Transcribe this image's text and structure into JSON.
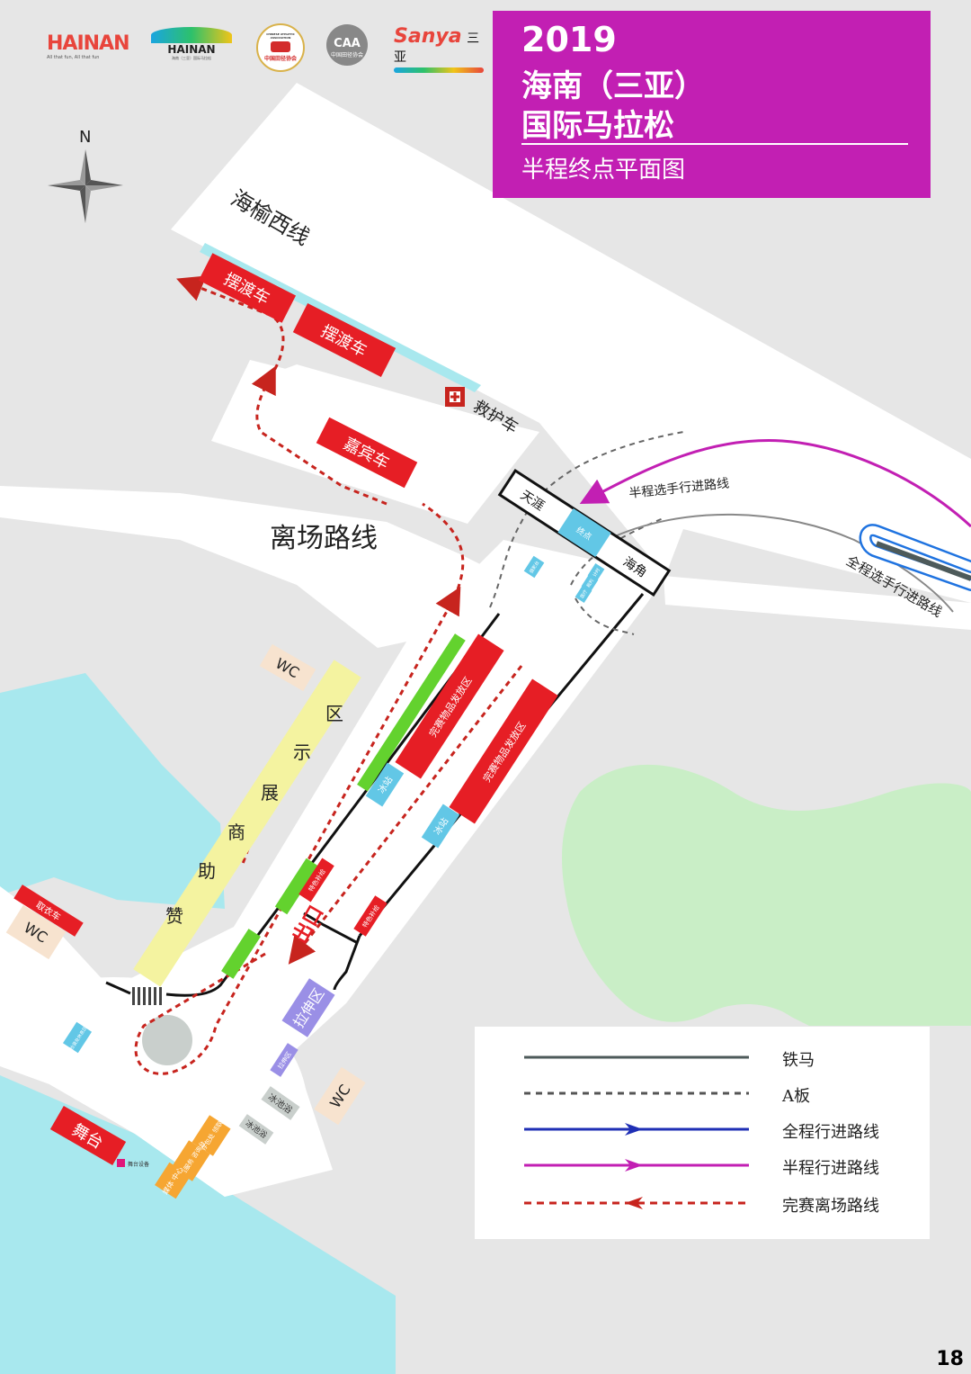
{
  "title": {
    "year": "2019",
    "line1": "海南（三亚）",
    "line2": "国际马拉松",
    "subtitle": "半程终点平面图"
  },
  "logos": {
    "hainan_color": "HAINAN",
    "hainan_tagline": "All that fun, All that fun",
    "hainan_blue": "HAINAN",
    "hainan_blue_sub": "海南（三亚）国际马拉松",
    "caa_circle_text": "CHINESE ATHLETIC ASSOCIATION",
    "caa_circle_cn": "中国田径协会",
    "caa_badge": "CAA",
    "caa_cn": "中国田径协会",
    "sanya": "Sanya",
    "sanya_cn": "三亚"
  },
  "compass": {
    "north": "N"
  },
  "map": {
    "road_top": "海榆西线",
    "shuttle_1": "摆渡车",
    "shuttle_2": "摆渡车",
    "ambulance": "救护车",
    "guest_car": "嘉宾车",
    "exit_route": "离场路线",
    "gate_left": "天涯",
    "gate_mid": "终点",
    "gate_right": "海角",
    "half_route": "半程选手行进路线",
    "full_route": "全程选手行进路线",
    "photo_platform": "摄影台",
    "timing_1": "计时",
    "timing_2": "裁判",
    "timing_3": "医疗",
    "wc_1": "WC",
    "wc_2": "WC",
    "wc_3": "WC",
    "sponsor_zone_chars": [
      "赞",
      "助",
      "商",
      "展",
      "示",
      "区"
    ],
    "supply_1": "完赛物品发放区",
    "supply_2": "完赛物品发放区",
    "ice_1": "冰站",
    "ice_2": "冰站",
    "special_1": "特色补给",
    "special_2": "特色补给",
    "exit_gate": "出口",
    "stretch": "拉伸区",
    "stretch_small": "拉伸区",
    "bath_1": "冰池浴",
    "bath_2": "冰池浴",
    "clothing_car": "取衣车",
    "info_box": "检录处休息区",
    "stage": "舞台",
    "stage_small": "舞台设备",
    "orange_1": "存包处 领取",
    "orange_2": "赛后服务 咨询台",
    "orange_3": "媒体 中心"
  },
  "legend": [
    {
      "label": "铁马",
      "color": "#4d5a5a",
      "style": "solid",
      "arrow": "none"
    },
    {
      "label": "A板",
      "color": "#555555",
      "style": "dashed",
      "arrow": "none"
    },
    {
      "label": "全程行进路线",
      "color": "#1f2fb5",
      "style": "solid",
      "arrow": "right"
    },
    {
      "label": "半程行进路线",
      "color": "#c21fb3",
      "style": "solid",
      "arrow": "right"
    },
    {
      "label": "完赛离场路线",
      "color": "#c7241e",
      "style": "dashed",
      "arrow": "left"
    }
  ],
  "colors": {
    "background": "#e6e6e6",
    "title_bg": "#c21fb3",
    "red_zone": "#e61e25",
    "green_zone": "#63d22e",
    "yellow_zone": "#f4f3a0",
    "ice_zone": "#62c7e6",
    "water": "#a8e8ee",
    "park": "#c9eec6",
    "wc_bg": "#f7e3cf",
    "stretch_bg": "#9a8fe6",
    "orange_zone": "#f6a632"
  },
  "page_number": "18"
}
